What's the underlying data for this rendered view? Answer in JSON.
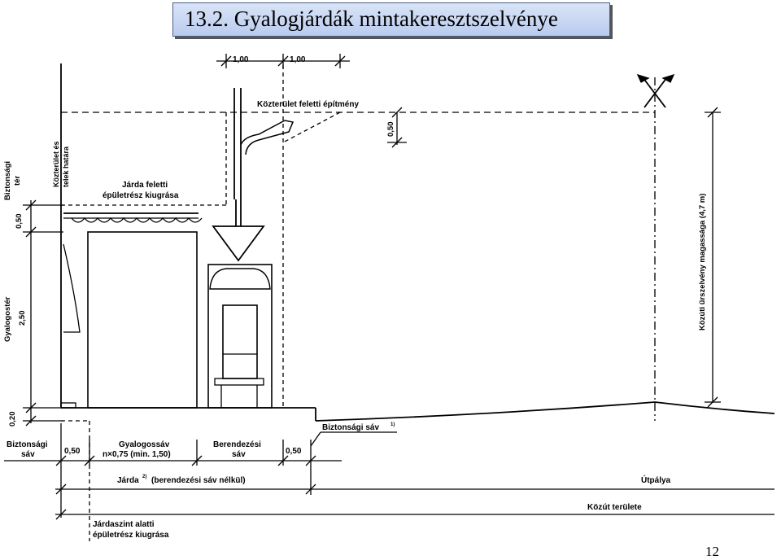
{
  "header": {
    "title": "13.2. Gyalogjárdák mintakeresztszelvénye"
  },
  "page": {
    "number": "12"
  },
  "dims_top": {
    "d1": "1,00",
    "d2": "1,00"
  },
  "labels": {
    "kozterulet_feletti": "Közterület feletti építmény",
    "dim_050_top": "0,50",
    "kozterulet_hatar_1": "Közterület és",
    "kozterulet_hatar_2": "telek határa",
    "biztonsagi_ter_1": "Biztonsági",
    "biztonsagi_ter_2": "tér",
    "dim_050_left": "0,50",
    "jarda_feletti_1": "Járda feletti",
    "jarda_feletti_2": "épületrész kiugrása",
    "gyalogoster": "Gyalogostér",
    "dim_250": "2,50",
    "dim_020": "0,20",
    "kozuti_urszelveny": "Közúti űrszelvény magassága (4,7 m)",
    "biztonsagi_sav_right": "Biztonsági sáv",
    "sup1": "1)",
    "biztonsagi_sav_1": "Biztonsági",
    "biztonsagi_sav_2": "sáv",
    "dim_050_b1": "0,50",
    "gyalogossav_1": "Gyalogossáv",
    "gyalogossav_2": "n×0,75 (min. 1,50)",
    "berendezesi_1": "Berendezési",
    "berendezesi_2": "sáv",
    "dim_050_b2": "0,50",
    "jarda": "Járda",
    "sup2": "2)",
    "jarda_rest": "(berendezési sáv nélkül)",
    "utpalya": "Útpálya",
    "kozut_terulete": "Közút területe",
    "jardaszint_1": "Járdaszint alatti",
    "jardaszint_2": "épületrész kiugrása"
  },
  "colors": {
    "title_bg": "#c6d5f2",
    "line": "#000000"
  }
}
